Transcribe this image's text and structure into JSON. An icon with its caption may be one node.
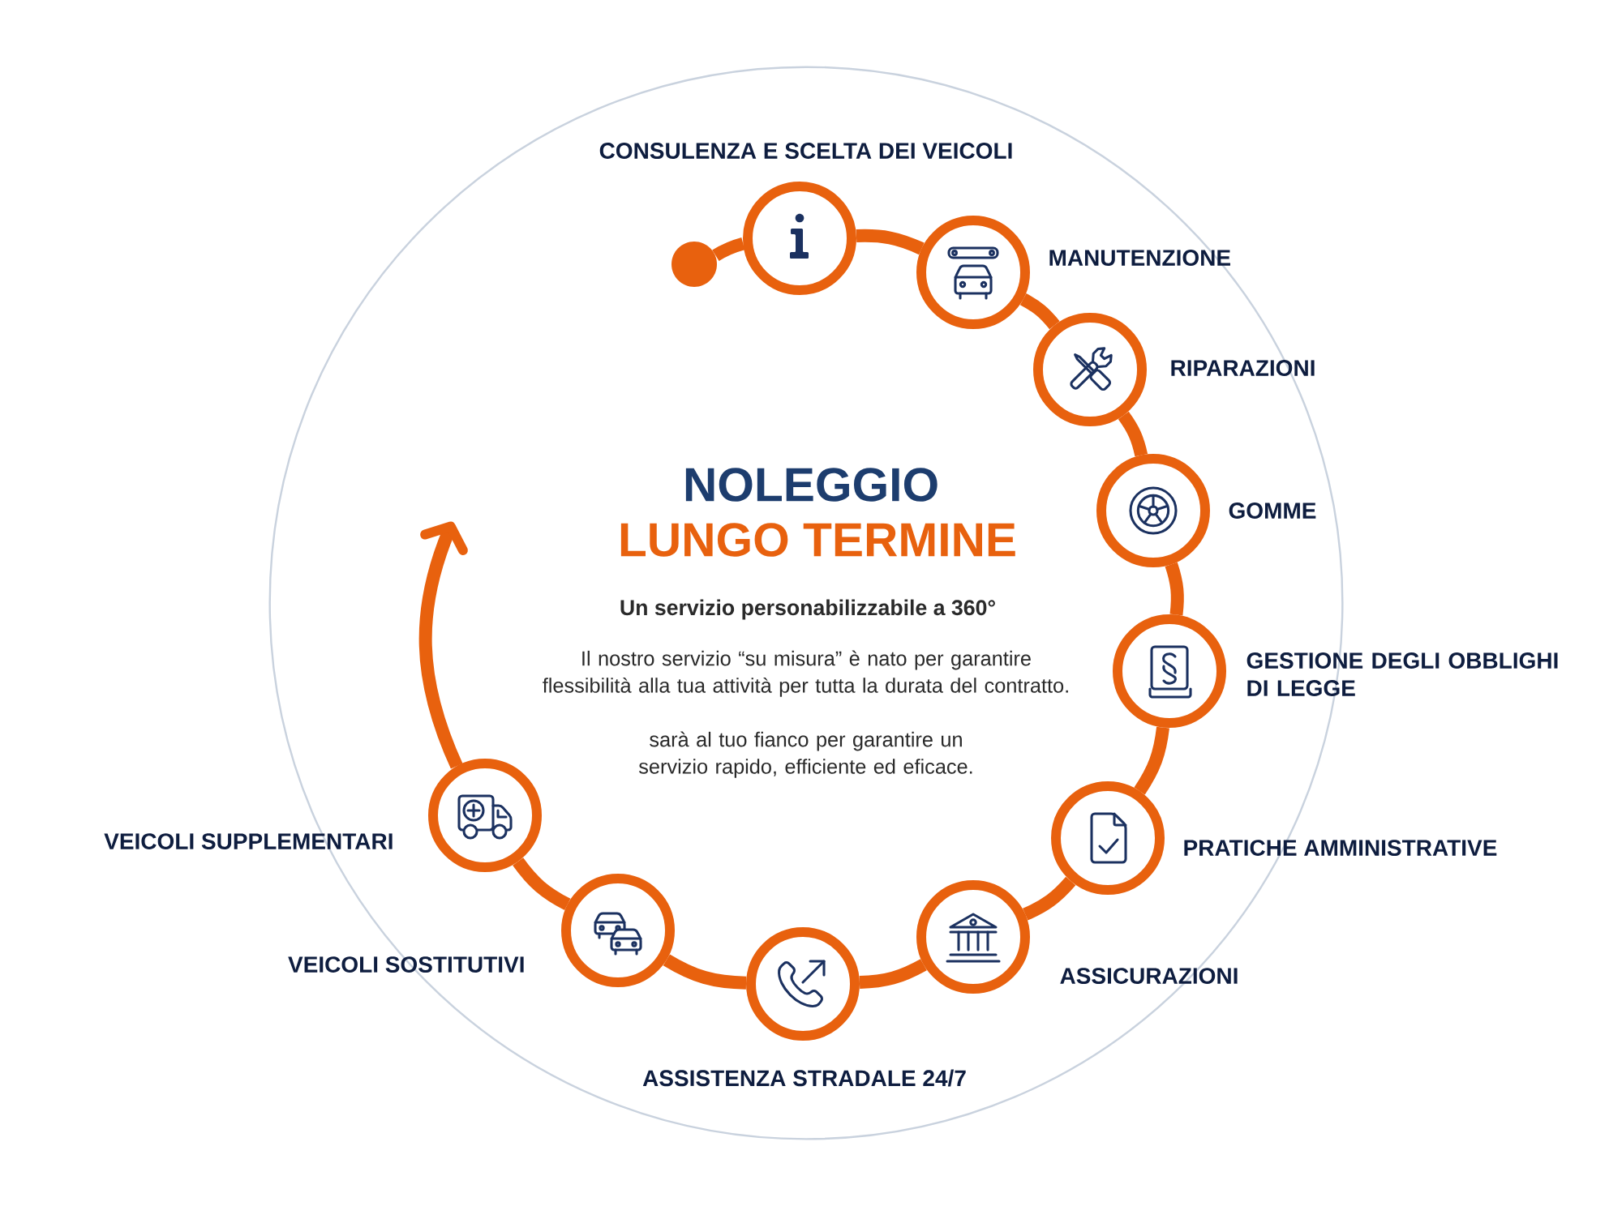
{
  "diagram": {
    "nodes": [
      {
        "text": [],
        "shape": "circle"
      },
      {
        "text": [],
        "shape": "circle",
        "beside": [
          "CONSULENZA E SCELTA DEI VEICOLI"
        ]
      },
      {
        "text": [],
        "shape": "circle",
        "beside": [
          "MANUTENZIONE"
        ]
      },
      {
        "text": [],
        "shape": "circle",
        "beside": [
          "RIPARAZIONI"
        ]
      },
      {
        "text": [],
        "shape": "circle",
        "beside": [
          "GOMME"
        ]
      },
      {
        "text": [],
        "shape": "circle",
        "beside": [
          "GESTIONE DEGLI OBBLIGHI DI LEGGE"
        ]
      },
      {
        "text": [],
        "shape": "circle",
        "beside": [
          "PRATICHE AMMINISTRATIVE"
        ]
      },
      {
        "text": [],
        "shape": "circle",
        "beside": [
          "ASSICURAZIONI"
        ]
      },
      {
        "text": [],
        "shape": "circle",
        "beside": [
          "ASSISTENZA STRADALE 24/7"
        ]
      },
      {
        "text": [],
        "shape": "circle",
        "beside": [
          "VEICOLI SOSTITUTIVI"
        ]
      },
      {
        "text": [],
        "shape": "circle",
        "beside": [
          "VEICOLI SUPPLEMENTARI"
        ]
      }
    ],
    "edges": [
      {
        "from": 0,
        "to": 1,
        "arrow": "none"
      },
      {
        "from": 1,
        "to": 2,
        "arrow": "none"
      },
      {
        "from": 2,
        "to": 3,
        "arrow": "none"
      },
      {
        "from": 3,
        "to": 4,
        "arrow": "none"
      },
      {
        "from": 4,
        "to": 5,
        "arrow": "none"
      },
      {
        "from": 5,
        "to": 6,
        "arrow": "none"
      },
      {
        "from": 6,
        "to": 7,
        "arrow": "none"
      },
      {
        "from": 7,
        "to": 8,
        "arrow": "none"
      },
      {
        "from": 8,
        "to": 9,
        "arrow": "none"
      },
      {
        "from": 9,
        "to": 10,
        "arrow": "none"
      },
      {
        "from": 10,
        "to": null,
        "arrow": "to"
      }
    ],
    "labels": [
      "NOLEGGIO",
      "LUNGO TERMINE",
      "Un servizio personabilizzabile a 360°",
      "Il nostro servizio “su misura” è nato per garantire flessibilità alla tua attività per tutta la durata del contratto.",
      "sarà al tuo fianco per garantire un servizio rapido, efficiente ed eficace."
    ]
  }
}
